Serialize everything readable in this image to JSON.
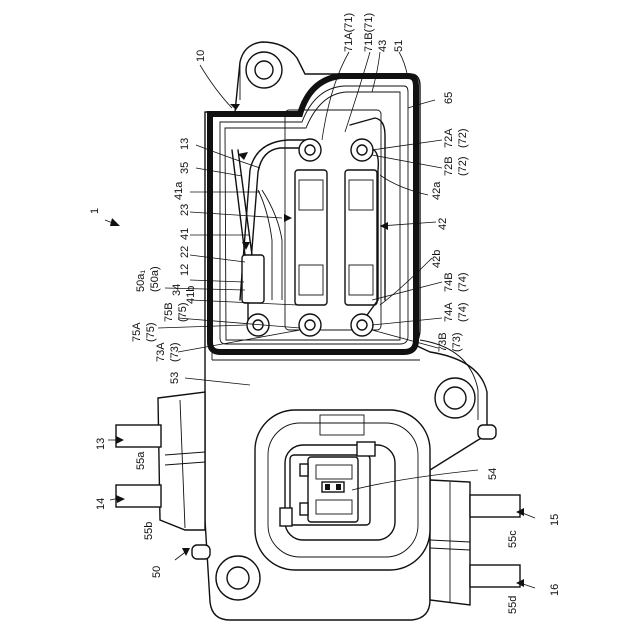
{
  "labels": {
    "l10": "10",
    "l71a": "71A(71)",
    "l71b": "71B(71)",
    "l43": "43",
    "l51": "51",
    "l65": "65",
    "l72a": "72A",
    "l72a_p": "(72)",
    "l72b": "72B",
    "l72b_p": "(72)",
    "l42a": "42a",
    "l42": "42",
    "l42b": "42b",
    "l74b": "74B",
    "l74b_p": "(74)",
    "l74a": "74A",
    "l74a_p": "(74)",
    "l73b": "73B",
    "l73b_p": "(73)",
    "l13a": "13",
    "l35": "35",
    "l41a": "41a",
    "l23": "23",
    "l41": "41",
    "l22": "22",
    "l12": "12",
    "l1": "1",
    "l50a1": "50a₁",
    "l50a1_p": "(50a)",
    "l34": "34",
    "l41b": "41b",
    "l75b": "75B",
    "l75b_p": "(75)",
    "l75a": "75A",
    "l75a_p": "(75)",
    "l73a": "73A",
    "l73a_p": "(73)",
    "l53": "53",
    "l13b": "13",
    "l55a": "55a",
    "l14": "14",
    "l55b": "55b",
    "l50": "50",
    "l54": "54",
    "l15": "15",
    "l55c": "55c",
    "l16": "16",
    "l55d": "55d"
  }
}
